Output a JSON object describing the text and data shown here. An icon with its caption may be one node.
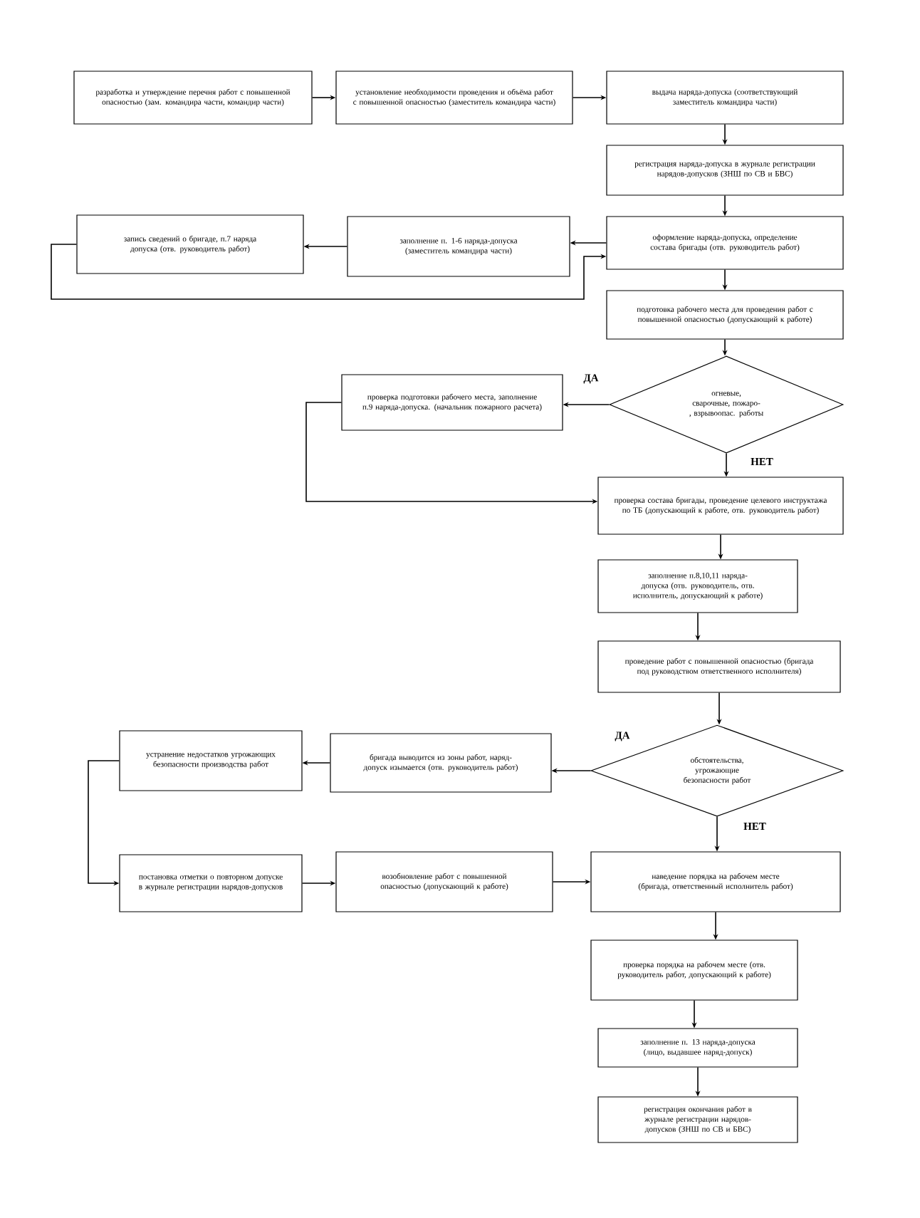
{
  "diagram": {
    "nodes": [
      {
        "text": [
          "разработка и утверждение перечня работ с повышенной опасностью (зам. командира части, командир части)"
        ]
      },
      {
        "text": [
          "установление необходимости проведения и объёма работ с повышенной опасностью (заместитель командира части)"
        ]
      },
      {
        "text": [
          "выдача наряда-допуска (соответствующий заместитель командира части)"
        ]
      },
      {
        "text": [
          "регистрация наряда-допуска в журнале регистрации нарядов-допусков (ЗНШ по СВ и БВС)"
        ]
      },
      {
        "text": [
          "оформление наряда-допуска, определение состава бригады (отв. руководитель работ)"
        ]
      },
      {
        "text": [
          "заполнение п. 1-6 наряда-допуска (заместитель командира части)"
        ]
      },
      {
        "text": [
          "запись сведений о бригаде, п.7 наряда допуска (отв. руководитель работ)"
        ]
      },
      {
        "text": [
          "подготовка рабочего места для проведения работ с повышенной опасностью (допускающий к работе)"
        ]
      },
      {
        "text": [
          "огневые, сварочные, пожаро-, взрывоопас. работы"
        ]
      },
      {
        "text": [
          "проверка подготовки рабочего места, заполнение п.9 наряда-допуска. (начальник пожарного расчета)"
        ]
      },
      {
        "text": [
          "проверка состава бригады, проведение целевого инструктажа по ТБ (допускающий к работе, отв. руководитель работ)"
        ]
      },
      {
        "text": [
          "заполнение п.8,10,11 наряда-допуска (отв. руководитель, отв. исполнитель, допускающий к работе)"
        ]
      },
      {
        "text": [
          "проведение работ с повышенной опасностью (бригада под руководством ответственного исполнителя)"
        ]
      },
      {
        "text": [
          "обстоятельства, угрожающие безопасности работ"
        ]
      },
      {
        "text": [
          "бригада выводится из зоны работ, наряд-допуск изымается (отв. руководитель работ)"
        ]
      },
      {
        "text": [
          "устранение недостатков угрожающих безопасности производства работ"
        ]
      },
      {
        "text": [
          "постановка отметки о повторном допуске в журнале регистрации нарядов-допусков"
        ]
      },
      {
        "text": [
          "возобновление работ с повышенной опасностью (допускающий к работе)"
        ]
      },
      {
        "text": [
          "наведение порядка на рабочем месте (бригада, ответственный исполнитель работ)"
        ]
      },
      {
        "text": [
          "проверка порядка на рабочем месте (отв. руководитель работ, допускающий к работе)"
        ]
      },
      {
        "text": [
          "заполнение п. 13 наряда-допуска (лицо, выдавшее наряд-допуск)"
        ]
      },
      {
        "text": [
          "регистрация окончания работ в журнале регистрации нарядов-допусков (ЗНШ по СВ и БВС)"
        ]
      }
    ],
    "edges": [
      {
        "from": 0,
        "to": 1,
        "arrow": "to"
      },
      {
        "from": 1,
        "to": 2,
        "arrow": "to"
      },
      {
        "from": 2,
        "to": 3,
        "arrow": "to"
      },
      {
        "from": 3,
        "to": 4,
        "arrow": "to"
      },
      {
        "from": 4,
        "to": 5,
        "arrow": "to"
      },
      {
        "from": 5,
        "to": 6,
        "arrow": "to"
      },
      {
        "from": 6,
        "to": 4,
        "arrow": "to"
      },
      {
        "from": 4,
        "to": 7,
        "arrow": "to"
      },
      {
        "from": 7,
        "to": 8,
        "arrow": "to"
      },
      {
        "from": 8,
        "to": 9,
        "arrow": "to",
        "label": "ДА"
      },
      {
        "from": 9,
        "to": 10,
        "arrow": "to"
      },
      {
        "from": 8,
        "to": 10,
        "arrow": "to",
        "label": "НЕТ"
      },
      {
        "from": 10,
        "to": 11,
        "arrow": "to"
      },
      {
        "from": 11,
        "to": 12,
        "arrow": "to"
      },
      {
        "from": 12,
        "to": 13,
        "arrow": "to"
      },
      {
        "from": 13,
        "to": 14,
        "arrow": "to",
        "label": "ДА"
      },
      {
        "from": 14,
        "to": 15,
        "arrow": "to"
      },
      {
        "from": 15,
        "to": 16,
        "arrow": "to"
      },
      {
        "from": 16,
        "to": 17,
        "arrow": "to"
      },
      {
        "from": 17,
        "to": 18,
        "arrow": "to"
      },
      {
        "from": 13,
        "to": 18,
        "arrow": "to",
        "label": "НЕТ"
      },
      {
        "from": 18,
        "to": 19,
        "arrow": "to"
      },
      {
        "from": 19,
        "to": 20,
        "arrow": "to"
      },
      {
        "from": 20,
        "to": 21,
        "arrow": "to"
      }
    ]
  }
}
